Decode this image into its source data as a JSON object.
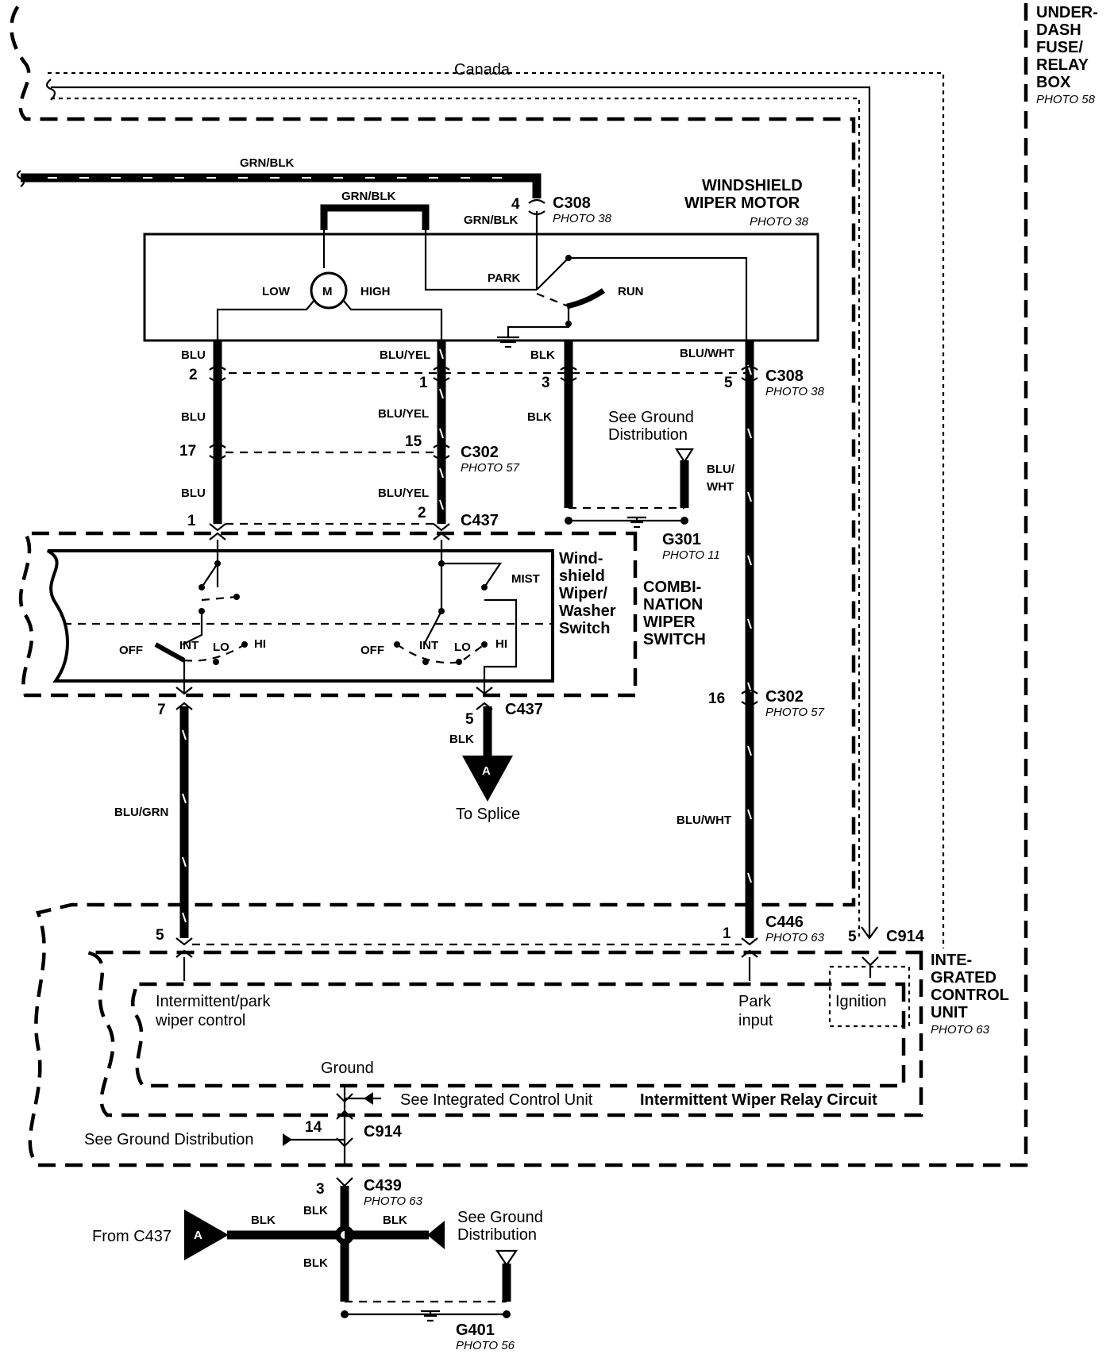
{
  "labels": {
    "canada": "Canada",
    "underdash_box": [
      "UNDER-",
      "DASH",
      "FUSE/",
      "RELAY",
      "BOX"
    ],
    "underdash_photo": "PHOTO 58",
    "wiper_motor": [
      "WINDSHIELD",
      "WIPER MOTOR"
    ],
    "wiper_motor_photo": "PHOTO 38",
    "motor_symbol": "M",
    "low": "LOW",
    "high": "HIGH",
    "park": "PARK",
    "run": "RUN",
    "combo_switch": [
      "COMBI-",
      "NATION",
      "WIPER",
      "SWITCH"
    ],
    "washer_switch": [
      "Wind-",
      "shield",
      "Wiper/",
      "Washer",
      "Switch"
    ],
    "mist": "MIST",
    "off": "OFF",
    "int": "INT",
    "lo": "LO",
    "hi": "HI",
    "icu": [
      "INTE-",
      "GRATED",
      "CONTROL",
      "UNIT"
    ],
    "icu_photo": "PHOTO 63",
    "relay_circuit": "Intermittent Wiper Relay Circuit",
    "intermittent_control": [
      "Intermittent/park",
      "wiper control"
    ],
    "park_input": [
      "Park",
      "input"
    ],
    "ignition": "Ignition",
    "ground": "Ground",
    "see_icu": "See Integrated Control Unit",
    "see_ground_dist": "See Ground Distribution",
    "see_ground_dist_2": [
      "See Ground",
      "Distribution"
    ],
    "to_splice": "To Splice",
    "from_c437": "From C437",
    "splice_letter": "A"
  },
  "wires": {
    "grn_blk": "GRN/BLK",
    "blu": "BLU",
    "blu_yel": "BLU/YEL",
    "blk": "BLK",
    "blu_wht": "BLU/WHT",
    "blu_wht_split": [
      "BLU/",
      "WHT"
    ],
    "blu_grn": "BLU/GRN"
  },
  "connectors": {
    "c308": "C308",
    "c302": "C302",
    "c437": "C437",
    "c446": "C446",
    "c914": "C914",
    "c439": "C439",
    "g301": "G301",
    "g401": "G401",
    "photo_38": "PHOTO 38",
    "photo_57": "PHOTO 57",
    "photo_11": "PHOTO 11",
    "photo_63": "PHOTO 63",
    "photo_56": "PHOTO 56"
  },
  "pins": {
    "c308_grnblk": "4",
    "c308_blu": "2",
    "c308_bluyel": "1",
    "c308_blk": "3",
    "c308_bluwht": "5",
    "c302_blu": "17",
    "c302_bluyel": "15",
    "c302_bluwht": "16",
    "c437_blu": "1",
    "c437_bluyel": "2",
    "c437_blugrn": "7",
    "c437_blk": "5",
    "c446_blugrn": "5",
    "c446_bluwht": "1",
    "c914_ign": "5",
    "c914_gnd": "14",
    "c439_gnd": "3"
  }
}
